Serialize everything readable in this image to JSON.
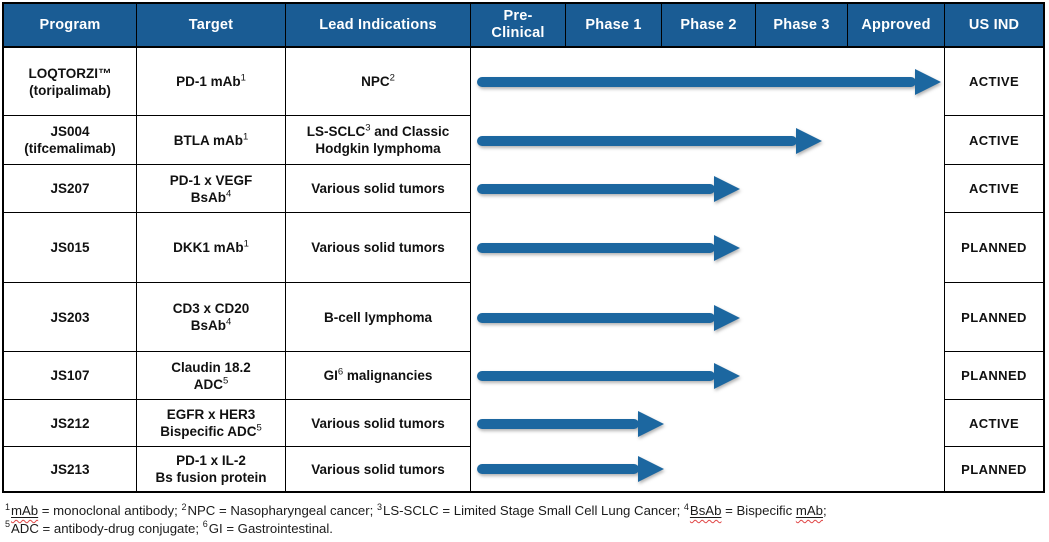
{
  "title": "Drug development pipeline table",
  "colors": {
    "header_bg": "#1A5C94",
    "arrow": "#1C67A0",
    "border": "#000000",
    "cell_text": "#111111",
    "squiggle": "#E04545"
  },
  "header": {
    "columns": [
      "Program",
      "Target",
      "Lead Indications",
      "Pre-Clinical",
      "Phase 1",
      "Phase 2",
      "Phase 3",
      "Approved",
      "US IND"
    ]
  },
  "rows": [
    {
      "program": [
        {
          "t": "LOQTORZI™"
        },
        {
          "br": true
        },
        {
          "t": "(toripalimab)"
        }
      ],
      "target": [
        {
          "t": "PD-1 mAb"
        },
        {
          "sup": "1"
        }
      ],
      "indication": [
        {
          "t": "NPC"
        },
        {
          "sup": "2"
        }
      ],
      "reach": "Approved",
      "us_ind": "ACTIVE"
    },
    {
      "program": [
        {
          "t": "JS004"
        },
        {
          "br": true
        },
        {
          "t": "(tifcemalimab)"
        }
      ],
      "target": [
        {
          "t": "BTLA mAb"
        },
        {
          "sup": "1"
        }
      ],
      "indication": [
        {
          "t": "LS-SCLC"
        },
        {
          "sup": "3"
        },
        {
          "t": " and Classic Hodgkin lymphoma"
        }
      ],
      "reach": "Phase 3",
      "us_ind": "ACTIVE"
    },
    {
      "program": [
        {
          "t": "JS207"
        }
      ],
      "target": [
        {
          "t": "PD-1 x VEGF"
        },
        {
          "br": true
        },
        {
          "t": "BsAb"
        },
        {
          "sup": "4"
        }
      ],
      "indication": [
        {
          "t": "Various solid tumors"
        }
      ],
      "reach": "Phase 2",
      "us_ind": "ACTIVE"
    },
    {
      "program": [
        {
          "t": "JS015"
        }
      ],
      "target": [
        {
          "t": "DKK1 mAb"
        },
        {
          "sup": "1"
        }
      ],
      "indication": [
        {
          "t": "Various solid tumors"
        }
      ],
      "reach": "Phase 2",
      "us_ind": "PLANNED"
    },
    {
      "program": [
        {
          "t": "JS203"
        }
      ],
      "target": [
        {
          "t": "CD3 x CD20"
        },
        {
          "br": true
        },
        {
          "t": "BsAb"
        },
        {
          "sup": "4"
        }
      ],
      "indication": [
        {
          "t": "B-cell lymphoma"
        }
      ],
      "reach": "Phase 2",
      "us_ind": "PLANNED"
    },
    {
      "program": [
        {
          "t": "JS107"
        }
      ],
      "target": [
        {
          "t": "Claudin 18.2"
        },
        {
          "br": true
        },
        {
          "t": "ADC"
        },
        {
          "sup": "5"
        }
      ],
      "indication": [
        {
          "t": "GI"
        },
        {
          "sup": "6"
        },
        {
          "t": " malignancies"
        }
      ],
      "reach": "Phase 2",
      "us_ind": "PLANNED"
    },
    {
      "program": [
        {
          "t": "JS212"
        }
      ],
      "target": [
        {
          "t": "EGFR x HER3"
        },
        {
          "br": true
        },
        {
          "t": "Bispecific ADC"
        },
        {
          "sup": "5"
        }
      ],
      "indication": [
        {
          "t": "Various solid tumors"
        }
      ],
      "reach": "Phase 1",
      "us_ind": "ACTIVE"
    },
    {
      "program": [
        {
          "t": "JS213"
        }
      ],
      "target": [
        {
          "t": "PD-1 x IL-2"
        },
        {
          "br": true
        },
        {
          "t": "Bs fusion protein"
        }
      ],
      "indication": [
        {
          "t": "Various solid tumors"
        }
      ],
      "reach": "Phase 1",
      "us_ind": "PLANNED"
    }
  ],
  "footnotes": [
    [
      {
        "sup": "1"
      },
      {
        "t": "mAb",
        "mark": true
      },
      {
        "t": " = monoclonal antibody; "
      },
      {
        "sup": "2"
      },
      {
        "t": "NPC = Nasopharyngeal cancer; "
      },
      {
        "sup": "3"
      },
      {
        "t": "LS-SCLC = Limited Stage Small Cell Lung Cancer; "
      },
      {
        "sup": "4"
      },
      {
        "t": "BsAb",
        "mark": true
      },
      {
        "t": " = Bispecific "
      },
      {
        "t": "mAb",
        "mark": true
      },
      {
        "t": ";"
      }
    ],
    [
      {
        "sup": "5"
      },
      {
        "t": "ADC = antibody-drug conjugate; "
      },
      {
        "sup": "6"
      },
      {
        "t": "GI = Gastrointestinal."
      }
    ]
  ]
}
